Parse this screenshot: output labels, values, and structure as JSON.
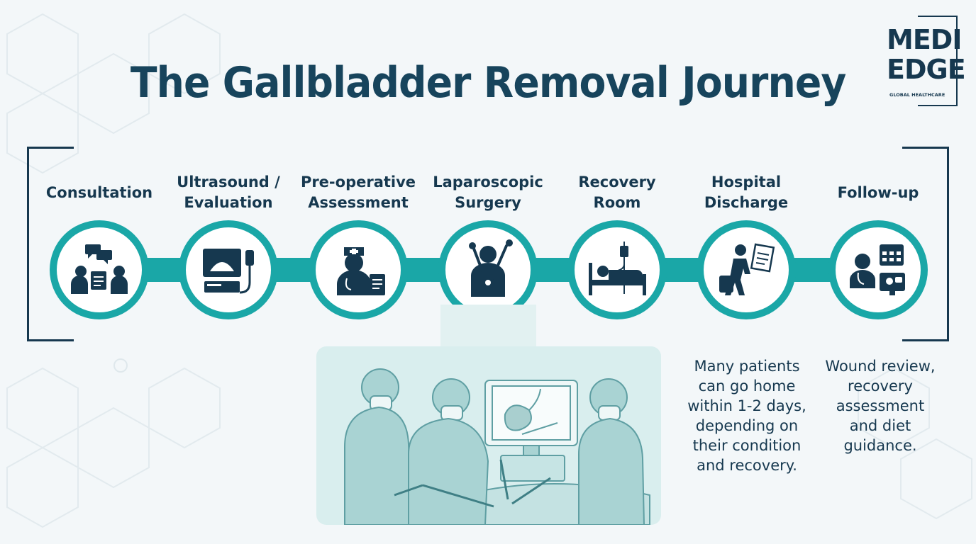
{
  "logo": {
    "line1": "MEDI",
    "line2": "EDGE",
    "tagline": "GLOBAL HEALTHCARE"
  },
  "title": "The Gallbladder Removal Journey",
  "steps": [
    {
      "label": "Consultation",
      "icon": "consultation-icon"
    },
    {
      "label": "Ultrasound /\nEvaluation",
      "icon": "ultrasound-icon"
    },
    {
      "label": "Pre-operative\nAssessment",
      "icon": "nurse-icon"
    },
    {
      "label": "Laparoscopic\nSurgery",
      "icon": "surgery-icon"
    },
    {
      "label": "Recovery\nRoom",
      "icon": "hospital-bed-icon"
    },
    {
      "label": "Hospital\nDischarge",
      "icon": "discharge-icon"
    },
    {
      "label": "Follow-up",
      "icon": "telehealth-icon"
    }
  ],
  "notes": {
    "discharge": "Many patients\ncan go home\nwithin 1-2 days,\ndepending on\ntheir condition\nand recovery.",
    "followup": "Wound review,\nrecovery\nassessment\nand diet\nguidance."
  },
  "colors": {
    "teal": "#1aa7a7",
    "navy": "#16384f",
    "scene": "#d9eeee"
  }
}
